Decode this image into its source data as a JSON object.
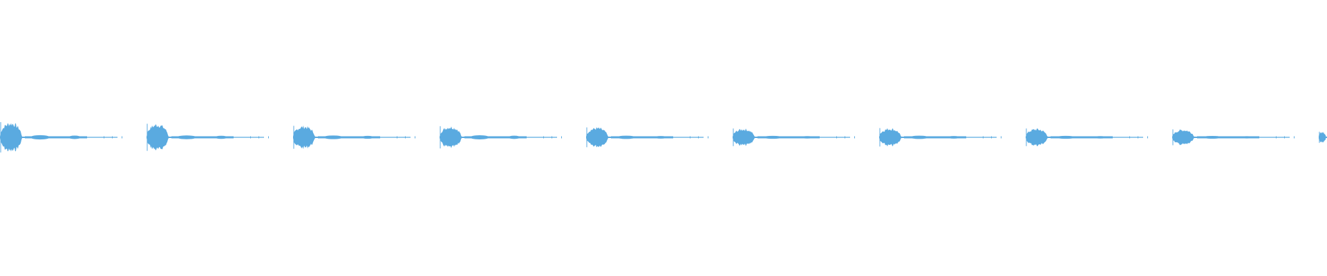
{
  "waveform": {
    "color": "#5aaae0",
    "background": "#ffffff",
    "clips": [
      {
        "peak": 0.95,
        "tail": 0.32
      },
      {
        "peak": 0.85,
        "tail": 0.28
      },
      {
        "peak": 0.72,
        "tail": 0.27
      },
      {
        "peak": 0.7,
        "tail": 0.3
      },
      {
        "peak": 0.62,
        "tail": 0.24
      },
      {
        "peak": 0.55,
        "tail": 0.22
      },
      {
        "peak": 0.58,
        "tail": 0.24
      },
      {
        "peak": 0.55,
        "tail": 0.22
      },
      {
        "peak": 0.5,
        "tail": 0.2
      },
      {
        "peak": 0.35,
        "tail": 0.0
      }
    ]
  }
}
